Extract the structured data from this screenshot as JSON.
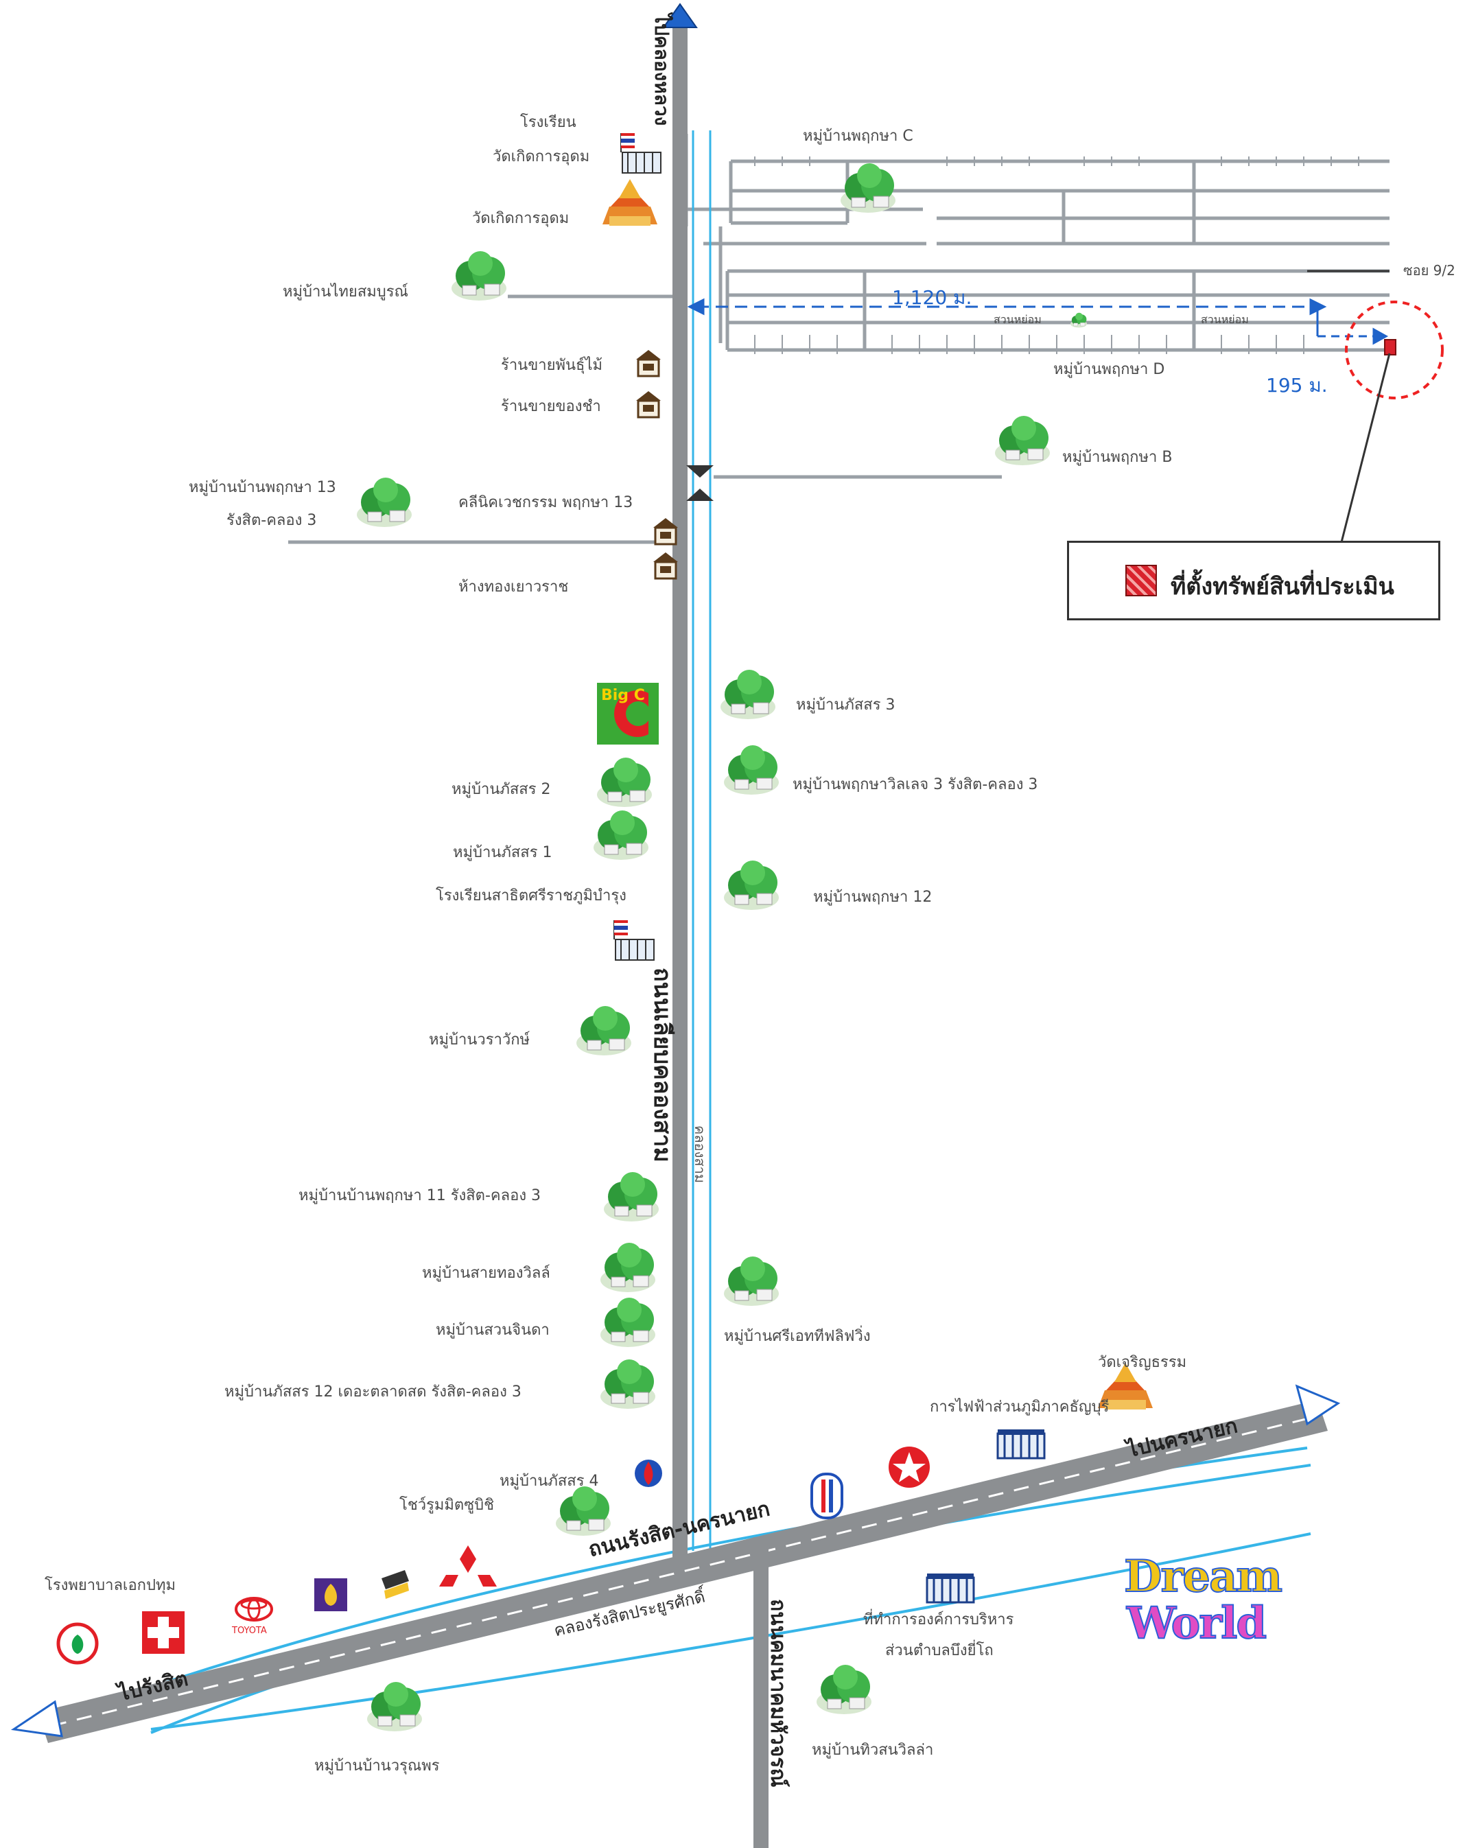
{
  "roads": {
    "north_road": "ถนนเลียบคลองสาม",
    "north_destination": "ไปคลองหลวง",
    "canal_north": "คลองสาม",
    "main_road": "ถนนรังสิต-นครนายก",
    "to_west": "ไปรังสิต",
    "to_east": "ไปนครนายก",
    "main_canal": "คลองรังสิตประยูรศักดิ์",
    "south_road": "ถนนคมนาคมหัวจรณ์",
    "soi": "ซอย 9/2"
  },
  "measures": {
    "d1": "1,120 ม.",
    "d2": "195 ม."
  },
  "legend": {
    "text": "ที่ตั้งทรัพย์สินที่ประเมิน"
  },
  "colors": {
    "road": "#8c8f92",
    "canal": "#36b5e8",
    "street": "#9aa0a6",
    "subject": "#d9232d",
    "distance": "#1f63c9"
  },
  "villages": {
    "pruksa_c": "หมู่บ้านพฤกษา C",
    "pruksa_d": "หมู่บ้านพฤกษา D",
    "pruksa_b": "หมู่บ้านพฤกษา B",
    "park1": "สวนหย่อม",
    "park2": "สวนหย่อม",
    "thaisom": "หมู่บ้านไทยสมบูรณ์",
    "pruksa13": "หมู่บ้านบ้านพฤกษา 13",
    "pruksa13b": "รังสิต-คลอง 3",
    "phatsorn3": "หมู่บ้านภัสสร 3",
    "phatsorn2": "หมู่บ้านภัสสร 2",
    "pruksaville3": "หมู่บ้านพฤกษาวิลเลจ 3 รังสิต-คลอง 3",
    "phatsorn1": "หมู่บ้านภัสสร 1",
    "pruksa12": "หมู่บ้านพฤกษา 12",
    "warasak": "หมู่บ้านวราวักษ์",
    "pruksa11": "หมู่บ้านบ้านพฤกษา 11 รังสิต-คลอง 3",
    "saithong": "หมู่บ้านสายทองวิลล์",
    "sirisap": "หมู่บ้านศรีเอททีฟลิฟวิ่ง",
    "suanjinda": "หมู่บ้านสวนจินดา",
    "phatsorn12": "หมู่บ้านภัสสร 12 เดอะตลาดสด รังสิต-คลอง 3",
    "phatsorn4": "หมู่บ้านภัสสร 4",
    "ruenpon": "หมู่บ้านบ้านวรุณพร",
    "tiwson": "หมู่บ้านทิวสนวิลล่า"
  },
  "places": {
    "school_top": "โรงเรียน",
    "school_top2": "วัดเกิดการอุดม",
    "temple_top": "วัดเกิดการอุดม",
    "plant_shop": "ร้านขายพันธุ์ไม้",
    "shop2": "ร้านขายของชำ",
    "clinic": "คลีนิคเวชกรรม พฤกษา 13",
    "gold_shop": "ห้างทองเยาวราช",
    "big_c": "Big C",
    "school_mid": "โรงเรียนสาธิตศรีราชภูมิบำรุง",
    "temple_south": "วัดเจริญธรรม",
    "electricity": "การไฟฟ้าส่วนภูมิภาคธัญบุรี",
    "showroom": "โชว์รูมมิตซูบิชิ",
    "hospital": "โรงพยาบาลเอกปทุม",
    "toyota": "TOYOTA",
    "district_office": "ที่ทำการองค์การบริหาร",
    "district_office2": "ส่วนตำบลบึงยี่โถ",
    "dream1": "Dream",
    "dream2": "World"
  }
}
